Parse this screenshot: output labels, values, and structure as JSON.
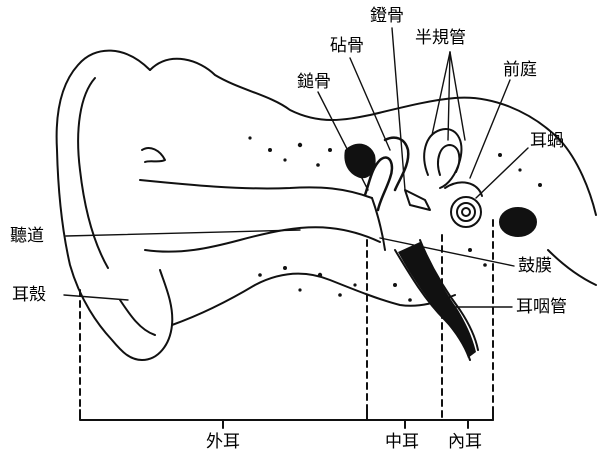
{
  "labels": {
    "stapes": "鐙骨",
    "semicircular": "半規管",
    "incus": "砧骨",
    "vestibule": "前庭",
    "malleus": "鎚骨",
    "cochlea": "耳蝸",
    "canal": "聽道",
    "eardrum": "鼓膜",
    "auricle": "耳殼",
    "eustachian": "耳咽管",
    "outer": "外耳",
    "middle": "中耳",
    "inner": "內耳"
  }
}
